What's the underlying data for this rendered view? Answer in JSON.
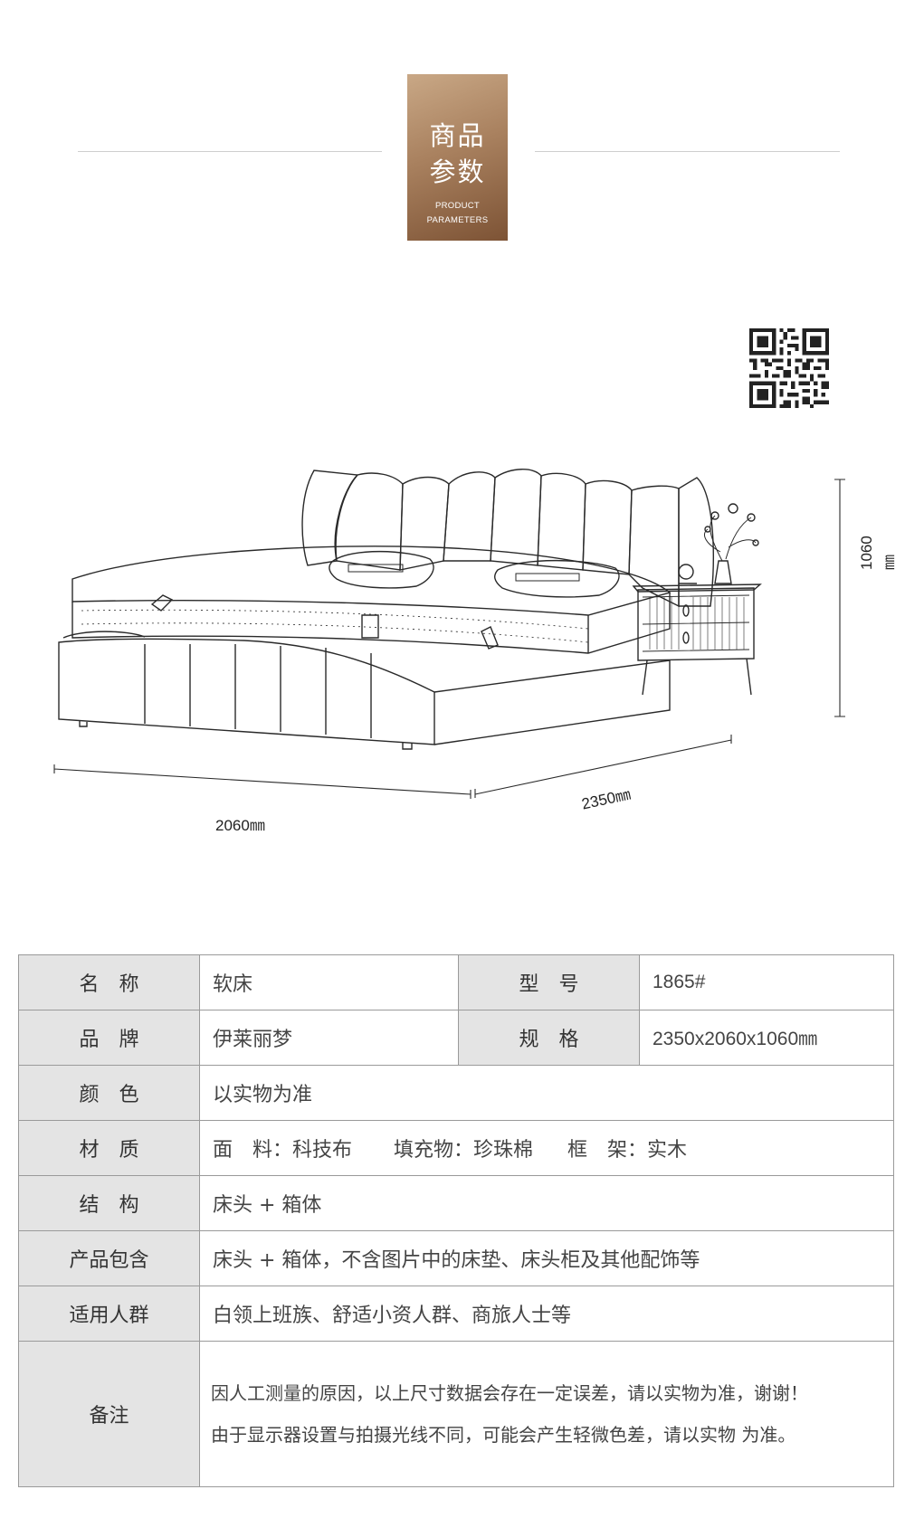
{
  "header": {
    "title_line1": "商品",
    "title_line2": "参数",
    "subtitle_line1": "PRODUCT",
    "subtitle_line2": "PARAMETERS"
  },
  "dimensions": {
    "width": "2060㎜",
    "depth": "2350㎜",
    "height": "1060㎜"
  },
  "specs": {
    "name": {
      "label": "名　称",
      "value": "软床"
    },
    "model": {
      "label": "型　号",
      "value": "1865#"
    },
    "brand": {
      "label": "品　牌",
      "value": "伊莱丽梦"
    },
    "size": {
      "label": "规　格",
      "value": "2350x2060x1060㎜"
    },
    "color": {
      "label": "颜　色",
      "value": "以实物为准"
    },
    "material": {
      "label": "材　质",
      "fabric": "面　料：科技布",
      "filling": "填充物：珍珠棉",
      "frame": "框　架：实木"
    },
    "structure": {
      "label": "结　构",
      "value": "床头 + 箱体"
    },
    "includes": {
      "label": "产品包含",
      "value": "床头 + 箱体，不含图片中的床垫、床头柜及其他配饰等"
    },
    "users": {
      "label": "适用人群",
      "value": "白领上班族、舒适小资人群、商旅人士等"
    },
    "remarks": {
      "label": "备注",
      "line1": "因人工测量的原因，以上尺寸数据会存在一定误差，请以实物为准，谢谢！",
      "line2": "由于显示器设置与拍摄光线不同，可能会产生轻微色差，请以实物 为准。"
    }
  }
}
